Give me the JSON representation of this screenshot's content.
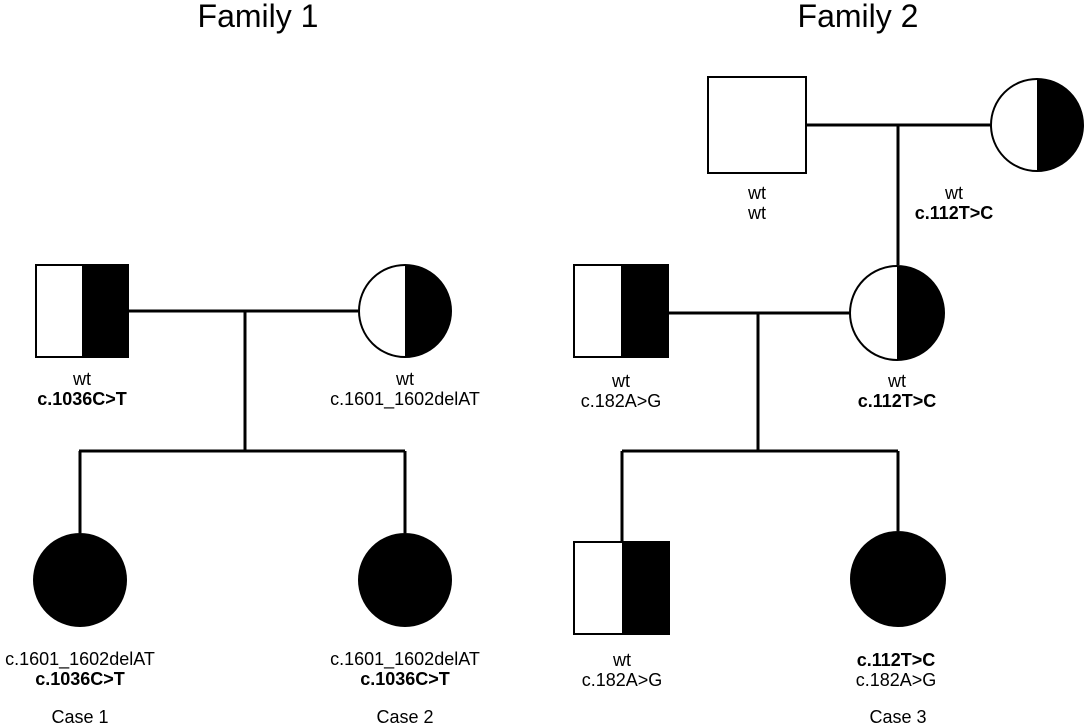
{
  "families": [
    {
      "title": "Family 1"
    },
    {
      "title": "Family 2"
    }
  ],
  "individuals": {
    "f1_father": {
      "line1": "wt",
      "line2": "c.1036C>T",
      "affected": "carrier"
    },
    "f1_mother": {
      "line1": "wt",
      "line2": "c.1601_1602delAT",
      "affected": "carrier"
    },
    "case1": {
      "line1": "c.1601_1602delAT",
      "line2": "c.1036C>T",
      "affected": "affected",
      "case_label": "Case 1"
    },
    "case2": {
      "line1": "c.1601_1602delAT",
      "line2": "c.1036C>T",
      "affected": "affected",
      "case_label": "Case 2"
    },
    "f2_grandfather": {
      "line1": "wt",
      "line2": "wt",
      "affected": "unaffected"
    },
    "f2_grandmother": {
      "line1": "wt",
      "line2": "c.112T>C",
      "affected": "carrier"
    },
    "f2_father": {
      "line1": "wt",
      "line2": "c.182A>G",
      "affected": "carrier"
    },
    "f2_mother": {
      "line1": "wt",
      "line2": "c.112T>C",
      "affected": "carrier"
    },
    "f2_son": {
      "line1": "wt",
      "line2": "c.182A>G",
      "affected": "carrier"
    },
    "case3": {
      "line1": "c.112T>C",
      "line2": "c.182A>G",
      "affected": "affected",
      "case_label": "Case 3"
    }
  },
  "colors": {
    "line": "#000000",
    "fill": "#000000",
    "background": "#ffffff"
  }
}
